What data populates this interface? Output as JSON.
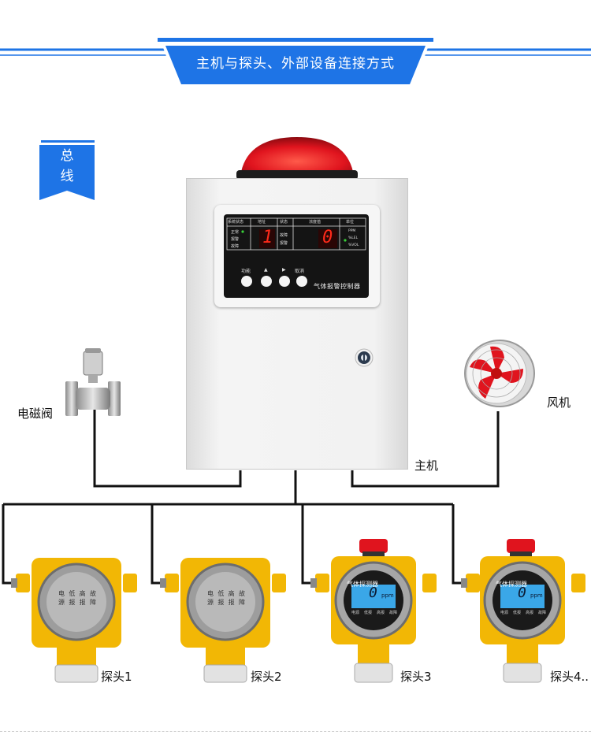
{
  "header": {
    "title": "主机与探头、外部设备连接方式"
  },
  "badge": {
    "line1": "总",
    "line2": "线"
  },
  "devices": {
    "valve_label": "电磁阀",
    "fan_label": "风机",
    "host_label": "主机"
  },
  "controller": {
    "col_status": "系统状态",
    "col_address": "地址",
    "col_state": "状态",
    "col_concentration": "浓度值",
    "col_unit": "单位",
    "status_items": [
      "正常",
      "报警",
      "故障"
    ],
    "address_value": "1",
    "state_items": [
      "故障",
      "报警"
    ],
    "concentration_value": "0",
    "unit_items": [
      "PPM",
      "%LEL",
      "%VOL"
    ],
    "buttons": [
      "功能",
      "▲",
      "▶",
      "取消"
    ],
    "name": "气体报警控制器"
  },
  "probes": [
    {
      "label": "探头1",
      "kind": "explosion-proof",
      "panel": [
        "电",
        "低",
        "高",
        "故"
      ],
      "panel2": [
        "源",
        "报",
        "报",
        "障"
      ]
    },
    {
      "label": "探头2",
      "kind": "explosion-proof",
      "panel": [
        "电",
        "低",
        "高",
        "故"
      ],
      "panel2": [
        "源",
        "报",
        "报",
        "障"
      ]
    },
    {
      "label": "探头3",
      "kind": "digital",
      "screen_title": "气体探测器",
      "reading": "0",
      "reading_unit": "ppm",
      "leds": [
        "电源",
        "低报",
        "高报",
        "故障"
      ]
    },
    {
      "label": "探头4..",
      "kind": "digital",
      "screen_title": "气体探测器",
      "reading": "0",
      "reading_unit": "ppm",
      "leds": [
        "电源",
        "低报",
        "高报",
        "故障"
      ]
    }
  ],
  "colors": {
    "brand_blue": "#1e74e6",
    "wire": "#111111",
    "alarm_red": "#e0141e",
    "probe_yellow": "#f2b705",
    "cabinet": "#ededed",
    "display_red": "#ff2a1a"
  }
}
